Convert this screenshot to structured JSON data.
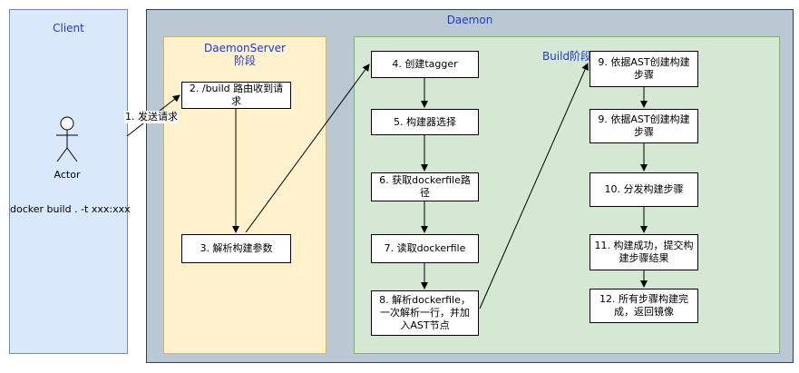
{
  "colors": {
    "client_fill": "#dae8fc",
    "client_border": "#6c8ebf",
    "daemon_fill": "#bac8d3",
    "daemon_border": "#23445d",
    "server_fill": "#fff2cc",
    "server_border": "#d6b656",
    "build_fill": "#d5e8d4",
    "build_border": "#82b366",
    "zone_text": "#1f38d6"
  },
  "client": {
    "title": "Client",
    "actor_label": "Actor",
    "command": "docker build . -t xxx:xxx"
  },
  "daemon": {
    "title": "Daemon"
  },
  "server": {
    "title": "DaemonServer阶段"
  },
  "build": {
    "title": "Build阶段"
  },
  "edge_labels": {
    "send_request": "1. 发送请求"
  },
  "steps": {
    "s2": "2. /build 路由收到请求",
    "s3": "3. 解析构建参数",
    "s4": "4. 创建tagger",
    "s5": "5. 构建器选择",
    "s6": "6. 获取dockerfile路径",
    "s7": "7. 读取dockerfile",
    "s8": "8. 解析dockerfile，一次解析一行，并加入AST节点",
    "s9a": "9. 依据AST创建构建步骤",
    "s9b": "9. 依据AST创建构建步骤",
    "s10": "10. 分发构建步骤",
    "s11": "11. 构建成功，提交构建步骤结果",
    "s12": "12. 所有步骤构建完成，返回镜像"
  }
}
